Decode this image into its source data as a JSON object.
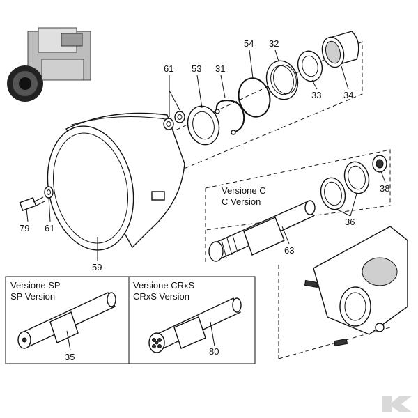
{
  "labels": {
    "p61_top": "61",
    "p53": "53",
    "p31": "31",
    "p54": "54",
    "p32": "32",
    "p33": "33",
    "p34": "34",
    "p38": "38",
    "p36": "36",
    "p63": "63",
    "p79": "79",
    "p61_left": "61",
    "p59": "59",
    "p35": "35",
    "p80": "80"
  },
  "versions": {
    "c_it": "Versione C",
    "c_en": "C Version",
    "sp_it": "Versione SP",
    "sp_en": "SP Version",
    "crxs_it": "Versione CRxS",
    "crxs_en": "CRxS Version"
  },
  "icons": {
    "pump": "pump-photo-icon",
    "logo": "k-logo-icon"
  }
}
